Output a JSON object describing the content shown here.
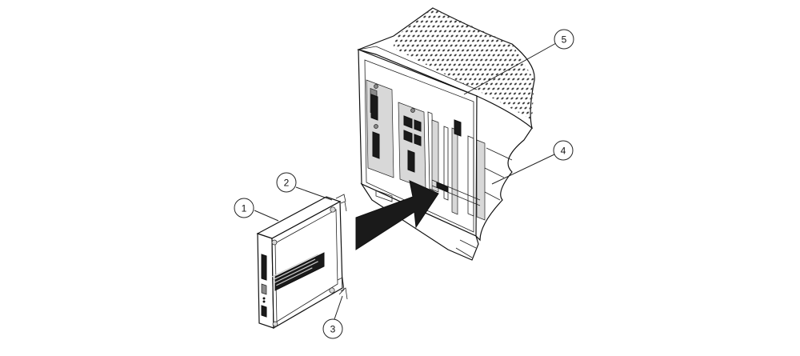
{
  "diagram": {
    "callouts": [
      {
        "id": "callout-1",
        "label": "1"
      },
      {
        "id": "callout-2",
        "label": "2"
      },
      {
        "id": "callout-3",
        "label": "3"
      },
      {
        "id": "callout-4",
        "label": "4"
      },
      {
        "id": "callout-5",
        "label": "5"
      }
    ],
    "colors": {
      "line": "#111111",
      "arrow": "#1a1a1a",
      "background": "#ffffff",
      "vent_dots": "#444444"
    }
  }
}
